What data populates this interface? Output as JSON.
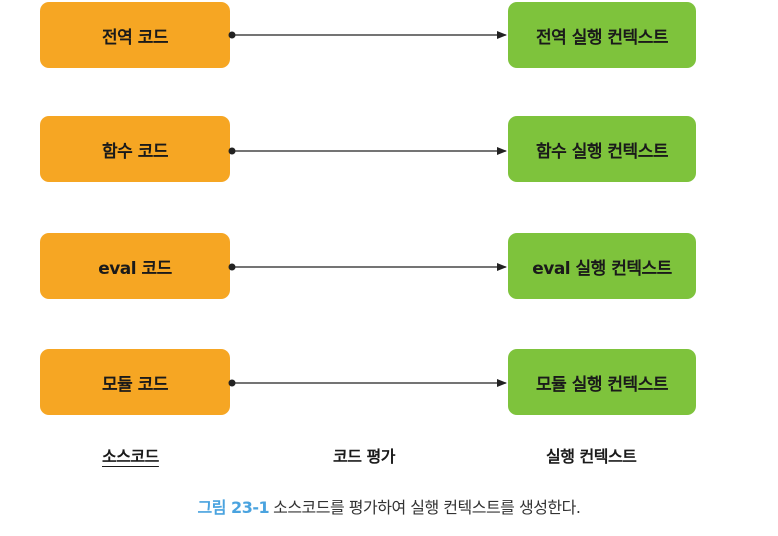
{
  "rows": [
    {
      "source": "전역 코드",
      "context": "전역 실행 컨텍스트"
    },
    {
      "source": "함수 코드",
      "context": "함수 실행 컨텍스트"
    },
    {
      "source": "eval 코드",
      "context": "eval 실행 컨텍스트"
    },
    {
      "source": "모듈 코드",
      "context": "모듈 실행 컨텍스트"
    }
  ],
  "columns": {
    "source": "소스코드",
    "evaluation": "코드 평가",
    "context": "실행 컨텍스트"
  },
  "caption": {
    "figure": "그림 23-1",
    "text": "소스코드를 평가하여 실행 컨텍스트를 생성한다."
  },
  "colors": {
    "source_box": "#f6a623",
    "context_box": "#7ec33c",
    "caption_figure": "#4aa3df"
  }
}
